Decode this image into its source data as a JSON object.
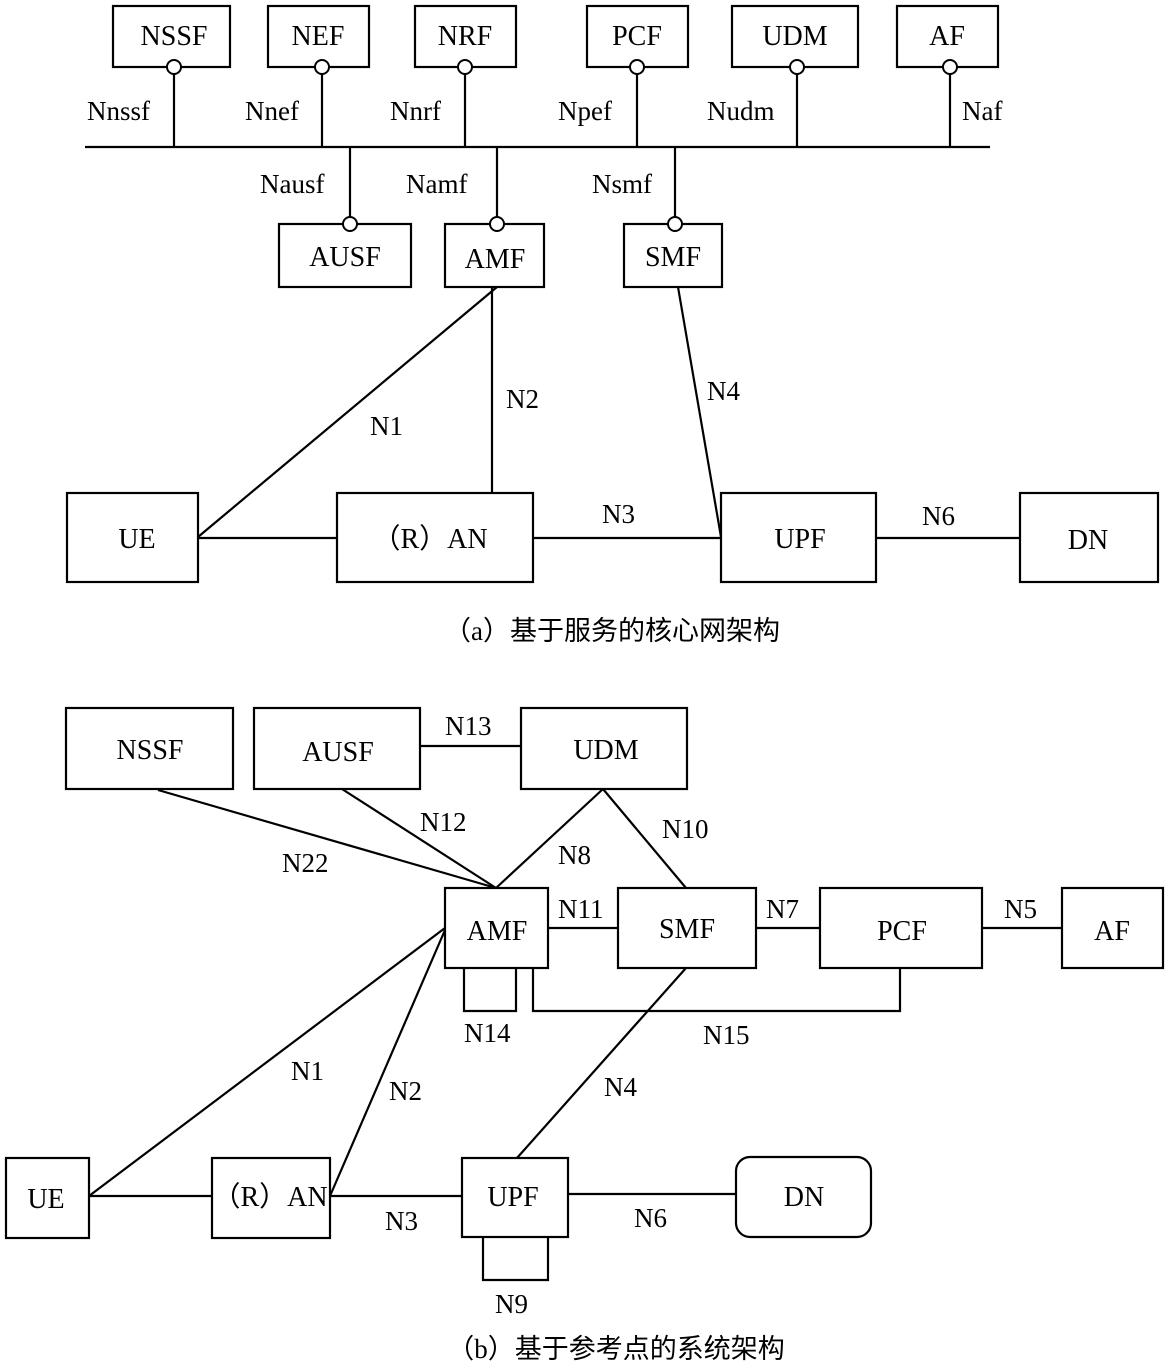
{
  "diagram_a": {
    "caption": "（a）基于服务的核心网架构",
    "nf_top": [
      "NSSF",
      "NEF",
      "NRF",
      "PCF",
      "UDM",
      "AF"
    ],
    "nf_top_interfaces": [
      "Nnssf",
      "Nnef",
      "Nnrf",
      "Npef",
      "Nudm",
      "Naf"
    ],
    "nf_mid": [
      "AUSF",
      "AMF",
      "SMF"
    ],
    "nf_mid_interfaces": [
      "Nausf",
      "Namf",
      "Nsmf"
    ],
    "nodes": {
      "ue": "UE",
      "ran": "（R）AN",
      "upf": "UPF",
      "dn": "DN"
    },
    "links": {
      "n1": "N1",
      "n2": "N2",
      "n3": "N3",
      "n4": "N4",
      "n6": "N6"
    }
  },
  "diagram_b": {
    "caption": "（b）基于参考点的系统架构",
    "nodes": {
      "nssf": "NSSF",
      "ausf": "AUSF",
      "udm": "UDM",
      "amf": "AMF",
      "smf": "SMF",
      "pcf": "PCF",
      "af": "AF",
      "ue": "UE",
      "ran": "（R）AN",
      "upf": "UPF",
      "dn": "DN"
    },
    "links": {
      "n1": "N1",
      "n2": "N2",
      "n3": "N3",
      "n4": "N4",
      "n5": "N5",
      "n6": "N6",
      "n7": "N7",
      "n8": "N8",
      "n9": "N9",
      "n10": "N10",
      "n11": "N11",
      "n12": "N12",
      "n13": "N13",
      "n14": "N14",
      "n15": "N15",
      "n22": "N22"
    }
  }
}
